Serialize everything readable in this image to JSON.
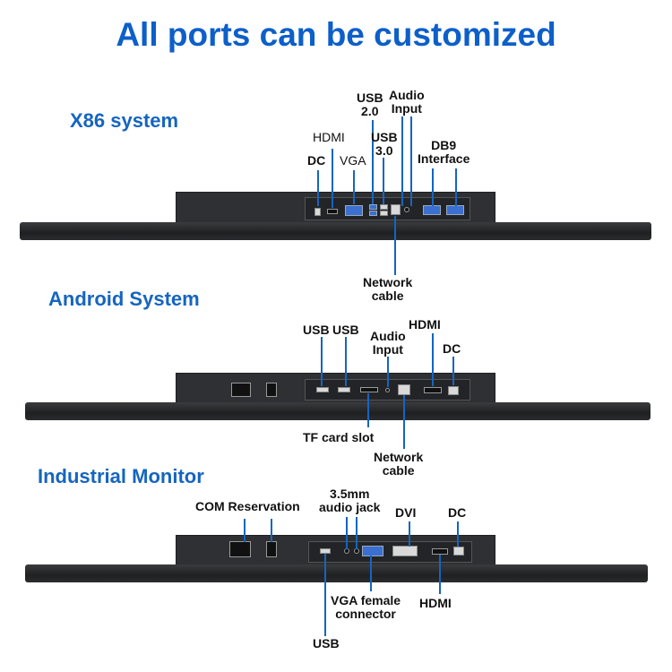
{
  "title": "All ports can be customized",
  "sections": {
    "x86": {
      "heading": "X86 system",
      "labels": {
        "usb20": "USB\n2.0",
        "audio": "Audio\nInput",
        "hdmi": "HDMI",
        "usb30": "USB\n3.0",
        "dc": "DC",
        "vga": "VGA",
        "db9": "DB9\nInterface",
        "network": "Network\ncable"
      }
    },
    "android": {
      "heading": "Android System",
      "labels": {
        "usb1": "USB",
        "usb2": "USB",
        "audio": "Audio\nInput",
        "hdmi": "HDMI",
        "dc": "DC",
        "tf": "TF card slot",
        "network": "Network\ncable"
      }
    },
    "industrial": {
      "heading": "Industrial Monitor",
      "labels": {
        "com": "COM Reservation",
        "audio": "3.5mm\naudio jack",
        "dvi": "DVI",
        "dc": "DC",
        "vga": "VGA female\nconnector",
        "hdmi": "HDMI",
        "usb": "USB"
      }
    }
  }
}
